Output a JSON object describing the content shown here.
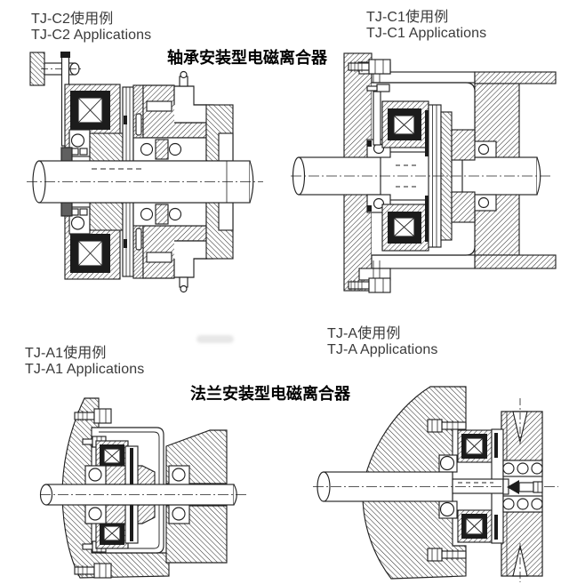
{
  "page": {
    "background": "#ffffff"
  },
  "colors": {
    "ink": "#1c1c1c",
    "label_text": "#3a3a3a",
    "title_text": "#000000",
    "steel_gray": "#5f5f5f"
  },
  "sections": {
    "bearing_mounted": {
      "title": "轴承安装型电磁离合器",
      "figures": [
        {
          "id": "tj-c2",
          "label_cn": "TJ-C2使用例",
          "label_en": "TJ-C2 Applications"
        },
        {
          "id": "tj-c1",
          "label_cn": "TJ-C1使用例",
          "label_en": "TJ-C1 Applications"
        }
      ]
    },
    "flange_mounted": {
      "title": "法兰安装型电磁离合器",
      "figures": [
        {
          "id": "tj-a1",
          "label_cn": "TJ-A1使用例",
          "label_en": "TJ-A1 Applications"
        },
        {
          "id": "tj-a",
          "label_cn": "TJ-A使用例",
          "label_en": "TJ-A Applications"
        }
      ]
    }
  }
}
